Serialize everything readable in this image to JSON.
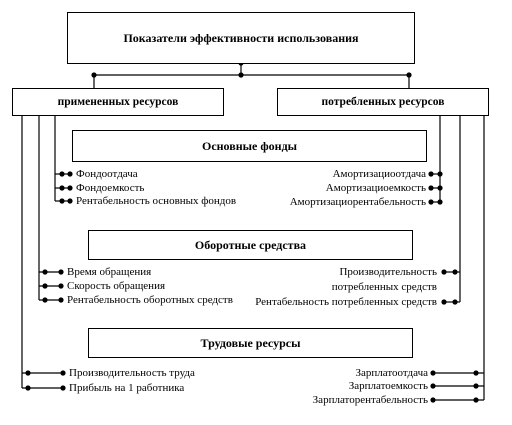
{
  "title": "Показатели эффективности использования",
  "left_header": "примененных ресурсов",
  "right_header": "потребленных ресурсов",
  "sections": {
    "fixed_assets": {
      "title": "Основные фонды",
      "left": [
        "Фондоотдача",
        "Фондоемкость",
        "Рентабельность основных фондов"
      ],
      "right": [
        "Амортизациоотдача",
        "Амортизациоемкость",
        "Амортизациорентабельность"
      ]
    },
    "working_capital": {
      "title": "Оборотные средства",
      "left": [
        "Время обращения",
        "Скорость обращения",
        "Рентабельность оборотных средств"
      ],
      "right": [
        "Производительность",
        "потребленных средств",
        "Рентабельность потребленных средств"
      ]
    },
    "labor": {
      "title": "Трудовые ресурсы",
      "left": [
        "Производительность труда",
        "Прибыль на 1 работника"
      ],
      "right": [
        "Зарплатоотдача",
        "Зарплатоемкость",
        "Зарплаторентабельность"
      ]
    }
  }
}
